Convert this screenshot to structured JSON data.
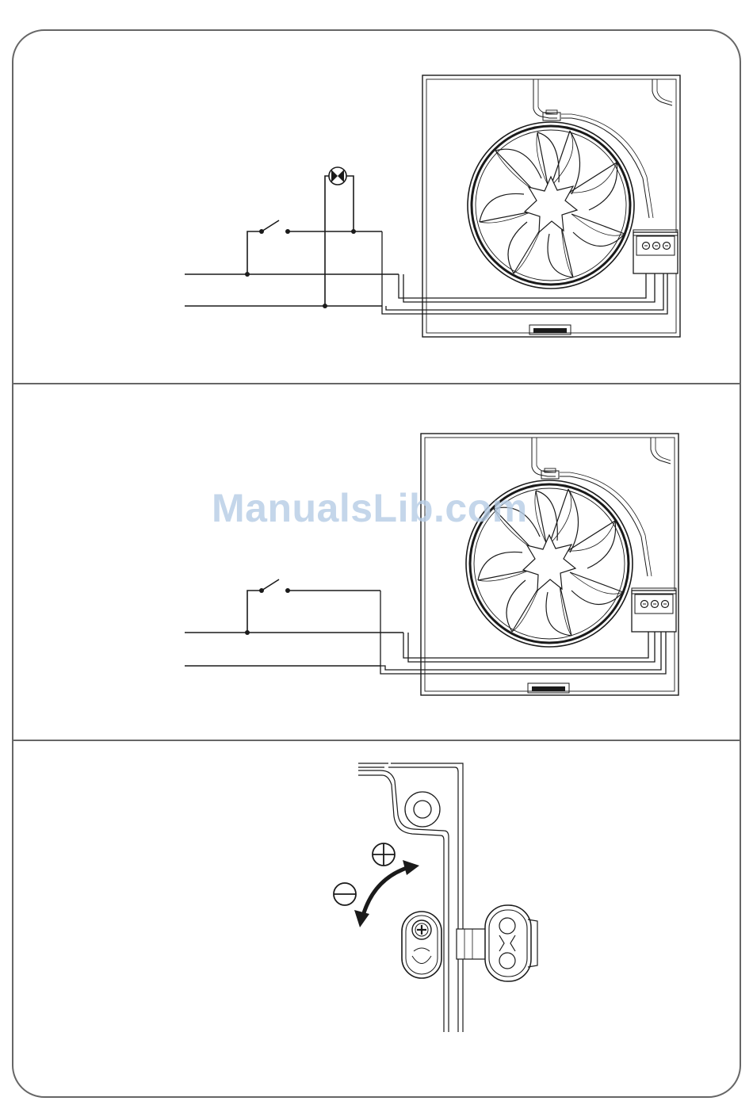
{
  "watermark": {
    "text": "ManualsLib.com"
  },
  "panels": [
    {
      "id": "wiring-with-lamp",
      "symbols": [
        "switch-symbol",
        "lamp-symbol",
        "fan-unit",
        "terminal-block"
      ]
    },
    {
      "id": "wiring-switch-only",
      "symbols": [
        "switch-symbol",
        "fan-unit",
        "terminal-block"
      ]
    },
    {
      "id": "timer-adjustment",
      "symbols": [
        "plus-icon",
        "minus-icon",
        "arrow-icon",
        "screw-icon",
        "clip-icon"
      ]
    }
  ],
  "adjustment": {
    "increase_symbol": "plus-icon",
    "decrease_symbol": "minus-icon"
  },
  "colors": {
    "line": "#1a1a1a",
    "frame": "#666666",
    "watermark": "#b6cde6"
  }
}
